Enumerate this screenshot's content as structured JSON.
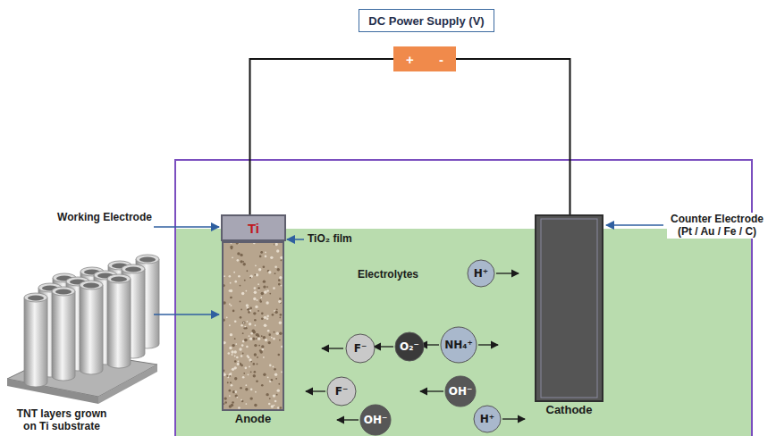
{
  "diagram": {
    "nodes": [
      {
        "text": [
          "DC Power Supply (V)"
        ]
      },
      {
        "text": [
          "+",
          "-"
        ]
      },
      {
        "text": [
          "Ti"
        ]
      },
      {
        "text": [
          "Anode"
        ]
      },
      {
        "text": [
          "Cathode"
        ]
      },
      {
        "text": [
          "F⁻"
        ]
      },
      {
        "text": [
          "F⁻"
        ]
      },
      {
        "text": [
          "O₂⁻"
        ]
      },
      {
        "text": [
          "NH₄⁺"
        ]
      },
      {
        "text": [
          "OH⁻"
        ]
      },
      {
        "text": [
          "OH⁻"
        ]
      },
      {
        "text": [
          "H⁺"
        ]
      },
      {
        "text": [
          "H⁺"
        ]
      }
    ],
    "edges": [
      {
        "from": 1,
        "to": 2,
        "arrow": "none"
      },
      {
        "from": 1,
        "to": 4,
        "arrow": "none"
      }
    ],
    "labels": [
      "Working Electrode",
      "Counter Electrode (Pt / Au / Fe / C)",
      "TiO₂ film",
      "Electrolytes",
      "TNT layers grown on Ti substrate"
    ]
  }
}
